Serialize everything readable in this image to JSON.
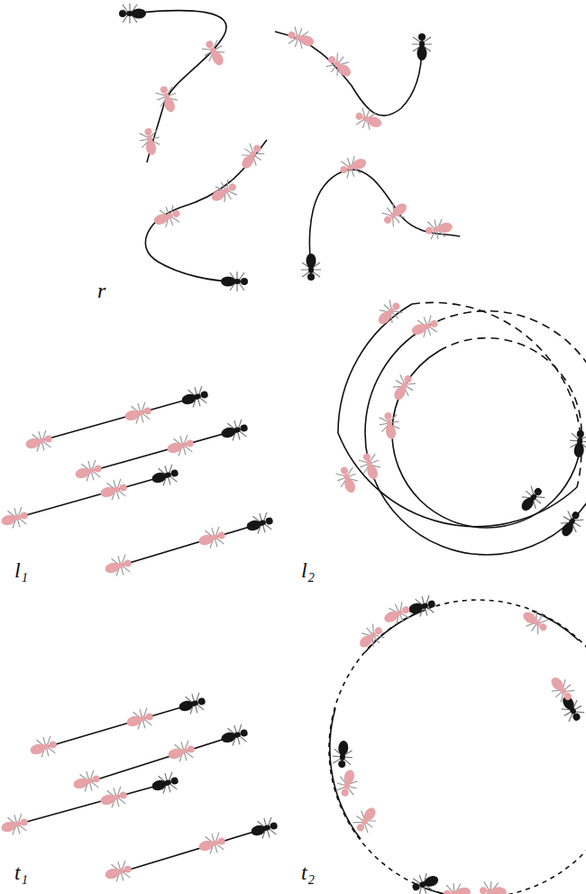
{
  "diagram": {
    "labels": [
      "r",
      "l₁",
      "l₂",
      "t₁",
      "t₂"
    ]
  }
}
